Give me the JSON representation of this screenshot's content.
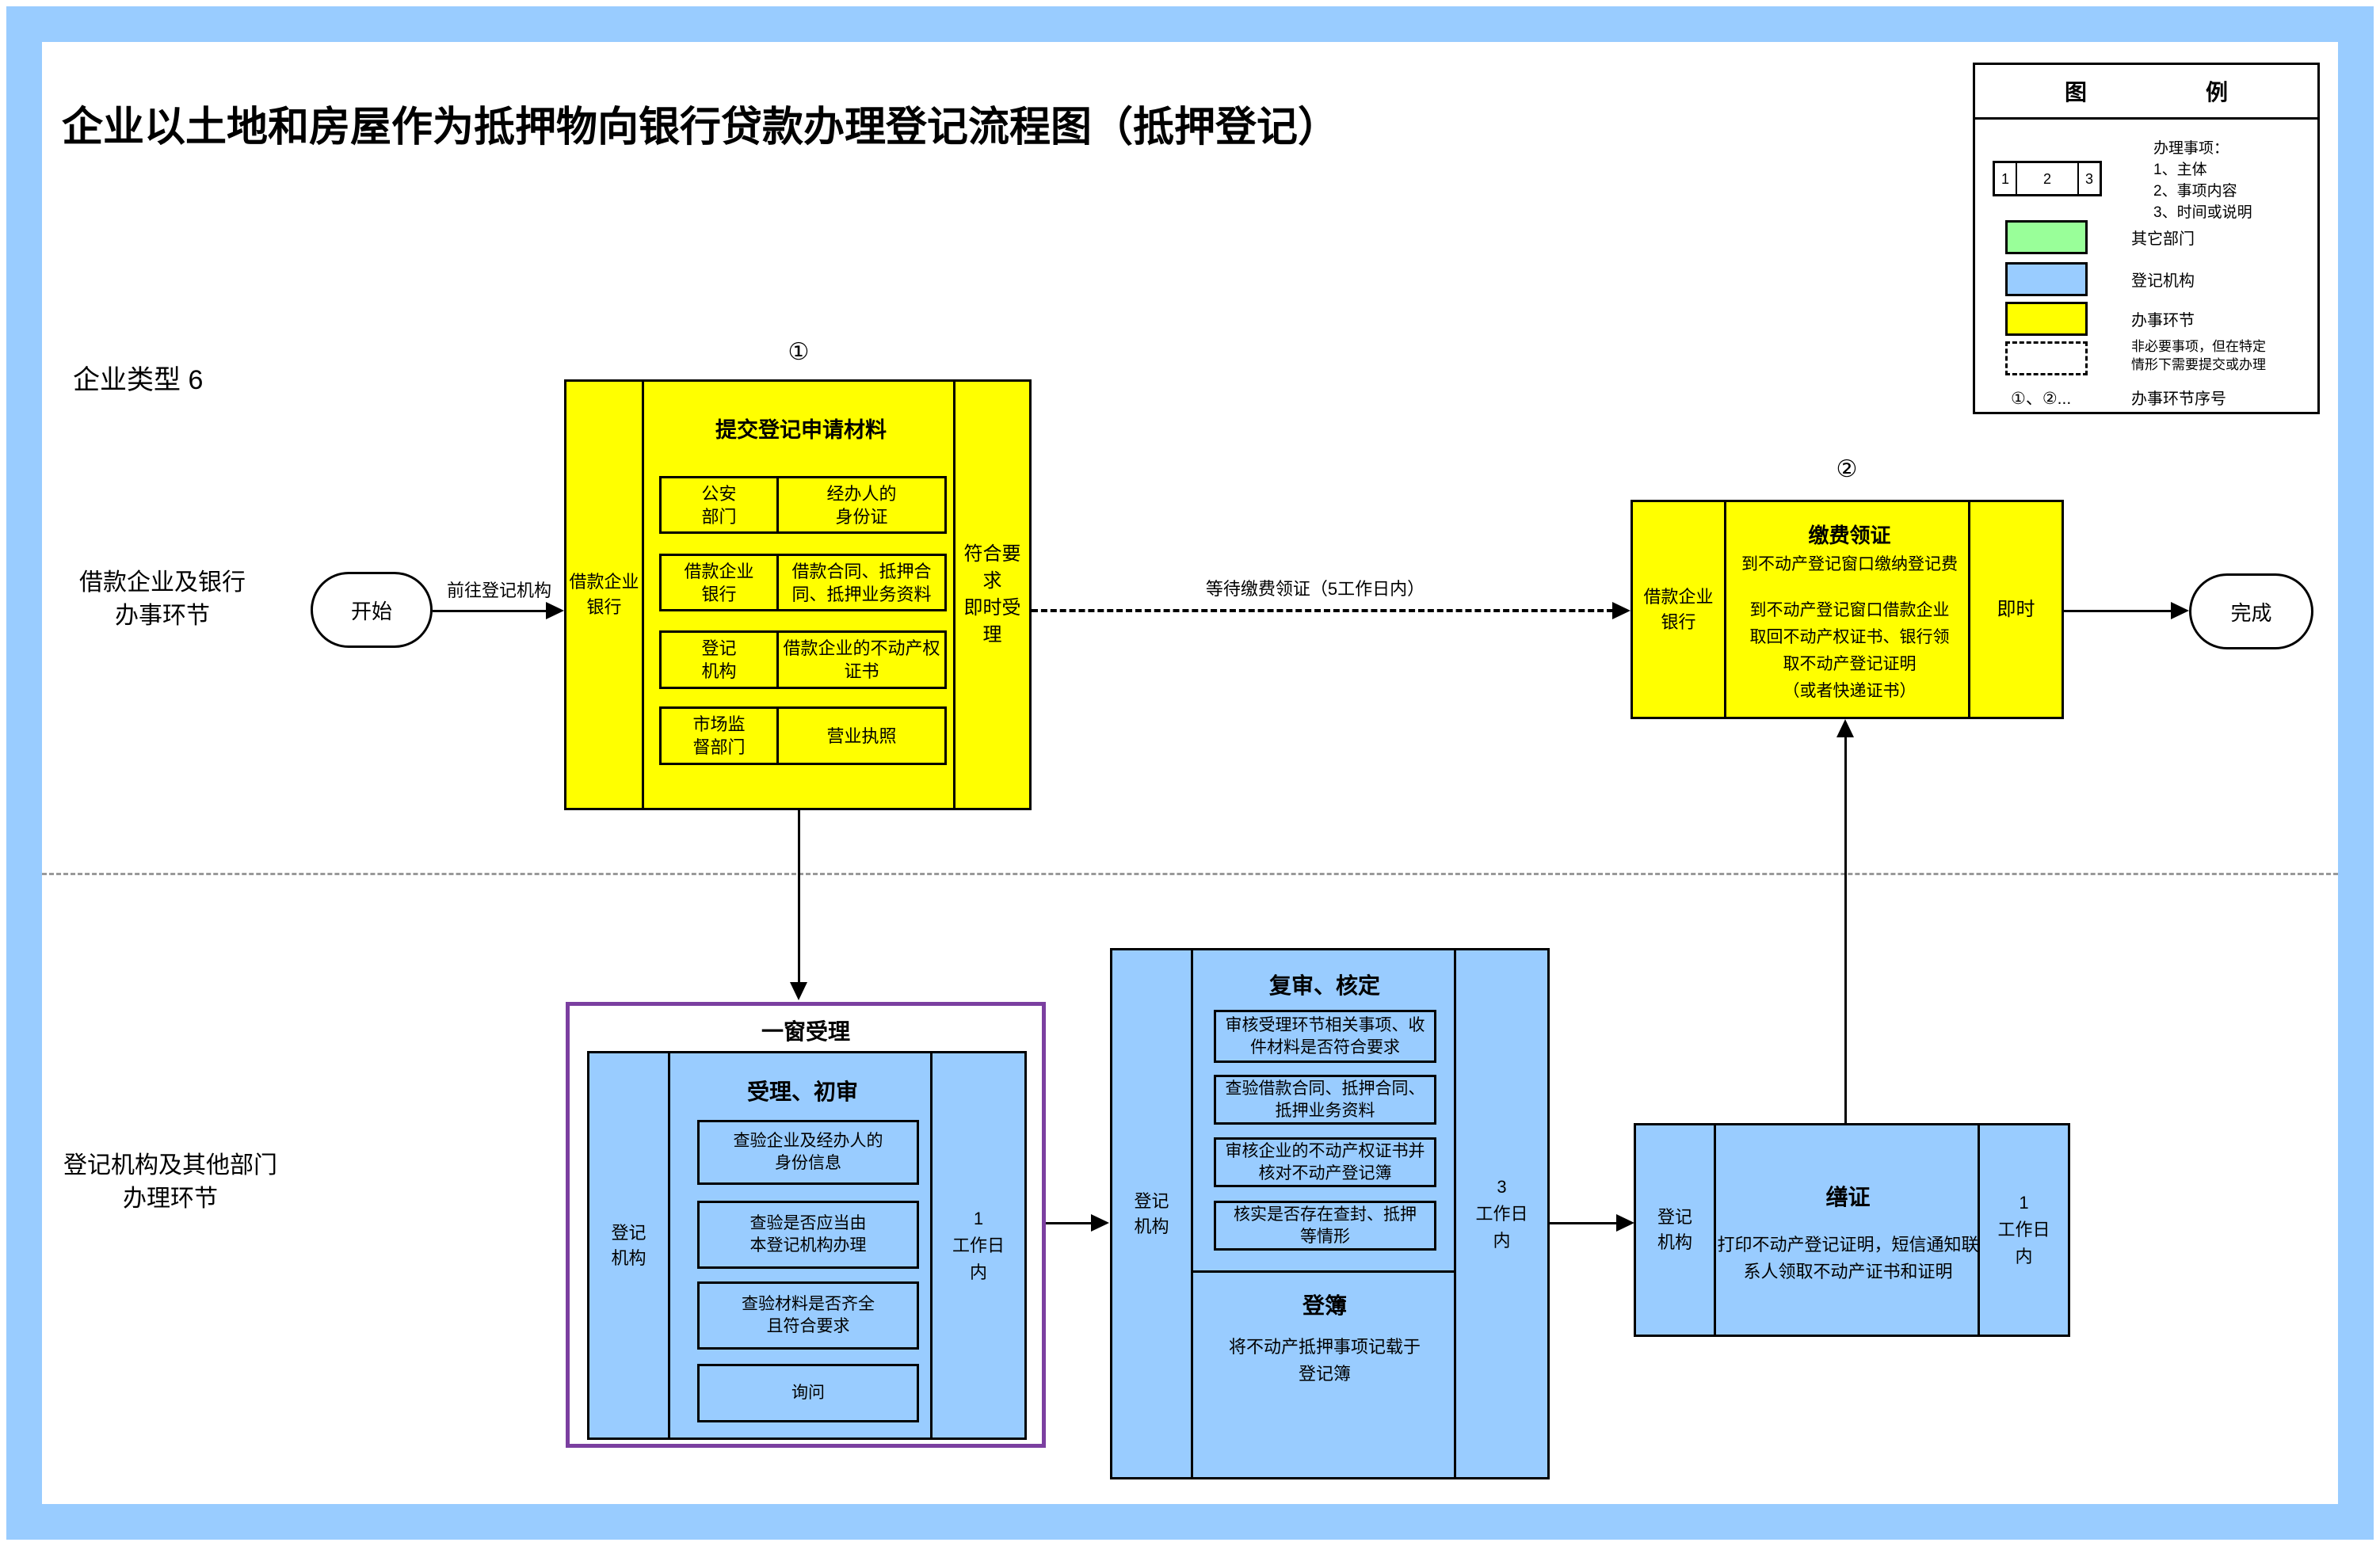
{
  "title": "企业以土地和房屋作为抵押物向银行贷款办理登记流程图（抵押登记）",
  "subtitle": "企业类型 6",
  "colors": {
    "frame": "#99CCFF",
    "other_dept": "#99FF99",
    "registry": "#99CCFF",
    "step": "#FFFF00",
    "window_border": "#7B3FA0"
  },
  "lanes": {
    "top": "借款企业及银行\n办事环节",
    "bottom": "登记机构及其他部门\n办理环节"
  },
  "terminals": {
    "start": "开始",
    "finish": "完成"
  },
  "arrows": {
    "to_registry": "前往登记机构",
    "wait_fee": "等待缴费领证（5工作日内）"
  },
  "legend": {
    "header_left": "图",
    "header_right": "例",
    "sample_cells": {
      "c1": "1",
      "c2": "2",
      "c3": "3"
    },
    "notes": "办理事项：\n1、主体\n2、事项内容\n3、时间或说明",
    "green_label": "其它部门",
    "blue_label": "登记机构",
    "yellow_label": "办事环节",
    "dashed_label": "非必要事项，但在特定\n情形下需要提交或办理",
    "seq_symbol": "①、②...",
    "seq_label": "办事环节序号"
  },
  "step1": {
    "number": "①",
    "left": "借款企业\n银行",
    "title": "提交登记申请材料",
    "right": "符合要求\n即时受理",
    "rows": [
      {
        "left": "公安\n部门",
        "right": "经办人的\n身份证"
      },
      {
        "left": "借款企业\n银行",
        "right": "借款合同、抵押合\n同、抵押业务资料"
      },
      {
        "left": "登记\n机构",
        "right": "借款企业的不动产权\n证书"
      },
      {
        "left": "市场监\n督部门",
        "right": "营业执照"
      }
    ]
  },
  "step2": {
    "number": "②",
    "left": "借款企业\n银行",
    "title": "缴费领证",
    "line1": "到不动产登记窗口缴纳登记费",
    "line2": "到不动产登记窗口借款企业\n取回不动产权证书、银行领\n取不动产登记证明\n（或者快递证书）",
    "right": "即时"
  },
  "window_box": {
    "title": "一窗受理",
    "left": "登记\n机构",
    "inner_title": "受理、初审",
    "items": [
      "查验企业及经办人的\n身份信息",
      "查验是否应当由\n本登记机构办理",
      "查验材料是否齐全\n且符合要求",
      "询问"
    ],
    "right": "1\n工作日\n内"
  },
  "review_box": {
    "left": "登记\n机构",
    "title": "复审、核定",
    "items": [
      "审核受理环节相关事项、收\n件材料是否符合要求",
      "查验借款合同、抵押合同、\n抵押业务资料",
      "审核企业的不动产权证书并\n核对不动产登记簿",
      "核实是否存在查封、抵押\n等情形"
    ],
    "register_title": "登簿",
    "register_body": "将不动产抵押事项记载于\n登记簿",
    "right": "3\n工作日\n内"
  },
  "cert_box": {
    "left": "登记\n机构",
    "title": "缮证",
    "body": "打印不动产登记证明，短信通知联\n系人领取不动产证书和证明",
    "right": "1\n工作日\n内"
  }
}
